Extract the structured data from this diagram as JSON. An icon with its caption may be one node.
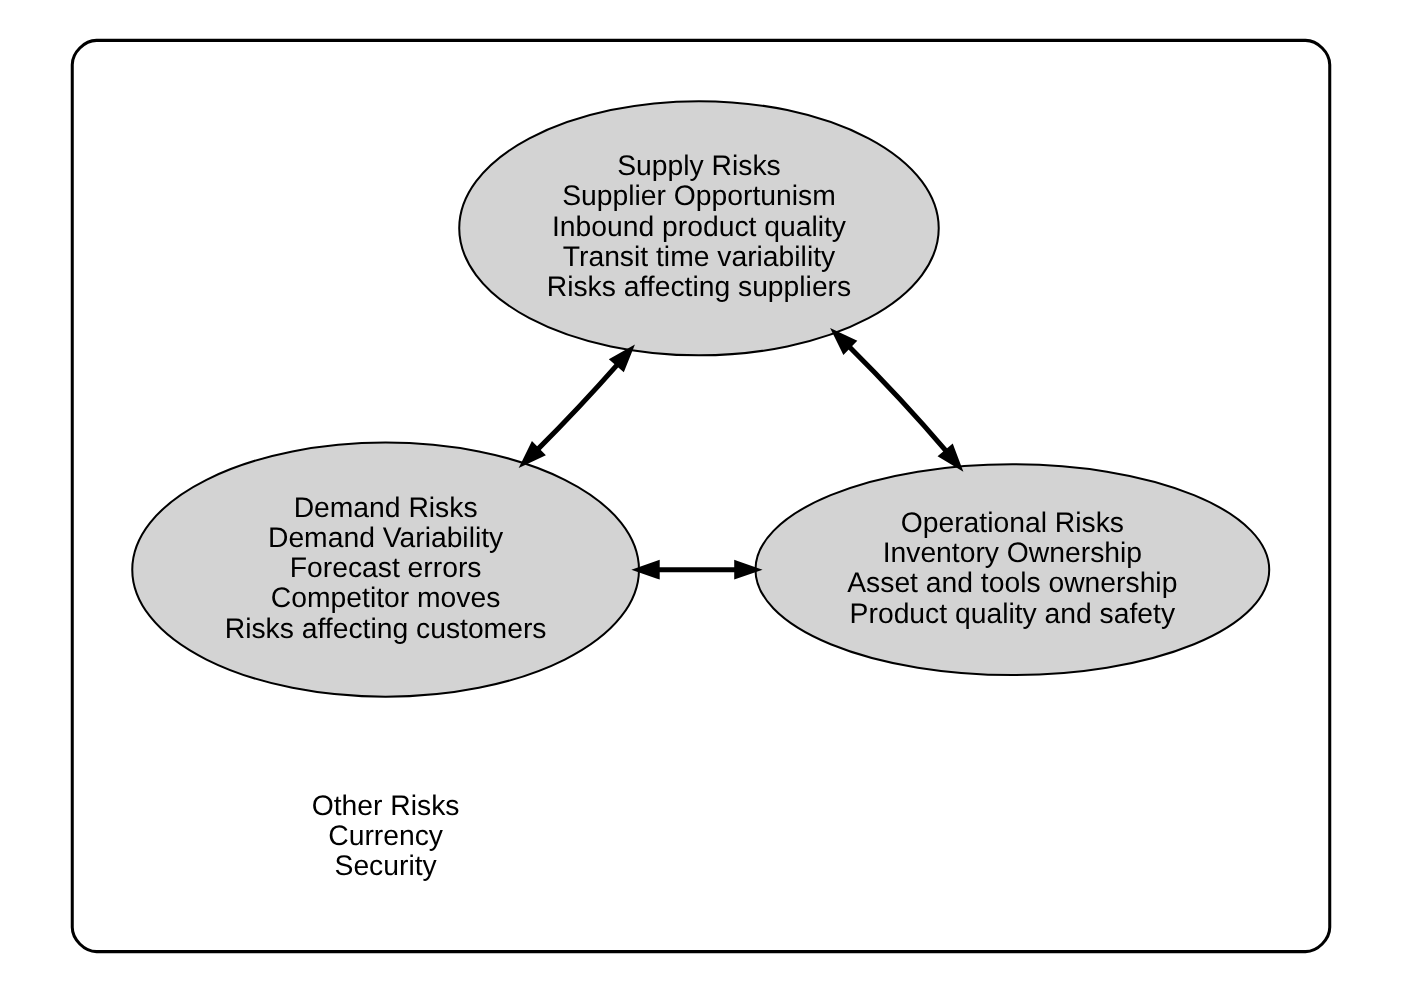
{
  "diagram": {
    "nodes": [
      {
        "text": [],
        "shape": "ellipse"
      },
      {
        "text": [
          "Supply Risks",
          "Supplier Opportunism",
          "Inbound product quality",
          "Transit time variability",
          "Risks affecting suppliers"
        ],
        "in": 0
      },
      {
        "text": [
          "Demand Risks",
          "Demand Variability",
          "Forecast errors",
          "Competitor moves",
          "Risks affecting customers"
        ],
        "in": 0
      },
      {
        "text": [
          "Operational Risks",
          "Inventory Ownership",
          "Asset and tools ownership",
          "Product quality and safety"
        ],
        "in": 0
      }
    ],
    "edges": [
      {
        "from": 2,
        "to": 1,
        "arrow": "both"
      },
      {
        "from": 1,
        "to": 3,
        "arrow": "both"
      },
      {
        "from": 2,
        "to": 3,
        "arrow": "both"
      }
    ],
    "labels": [
      "Other Risks",
      "Currency",
      "Security"
    ]
  }
}
